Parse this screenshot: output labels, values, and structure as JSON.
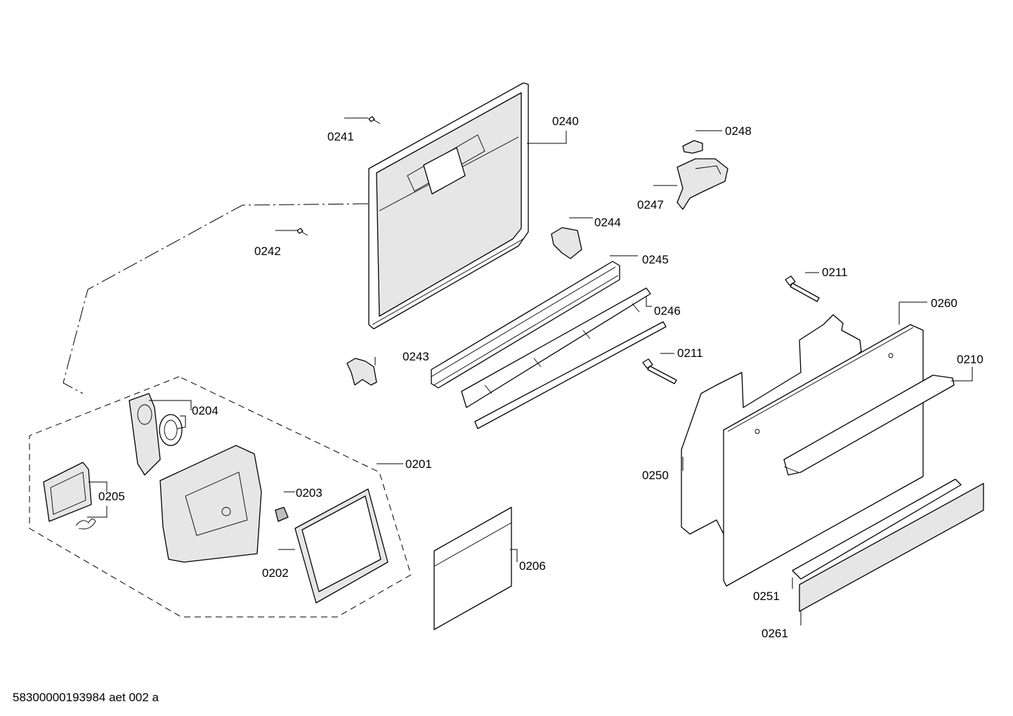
{
  "footer_code": "58300000193984 aet 002 a",
  "labels": {
    "p0240": "0240",
    "p0241": "0241",
    "p0242": "0242",
    "p0243": "0243",
    "p0244": "0244",
    "p0245": "0245",
    "p0246": "0246",
    "p0247": "0247",
    "p0248": "0248",
    "p0211a": "0211",
    "p0211b": "0211",
    "p0260": "0260",
    "p0210": "0210",
    "p0250": "0250",
    "p0251": "0251",
    "p0261": "0261",
    "p0206": "0206",
    "p0201": "0201",
    "p0202": "0202",
    "p0203": "0203",
    "p0204": "0204",
    "p0205": "0205"
  }
}
